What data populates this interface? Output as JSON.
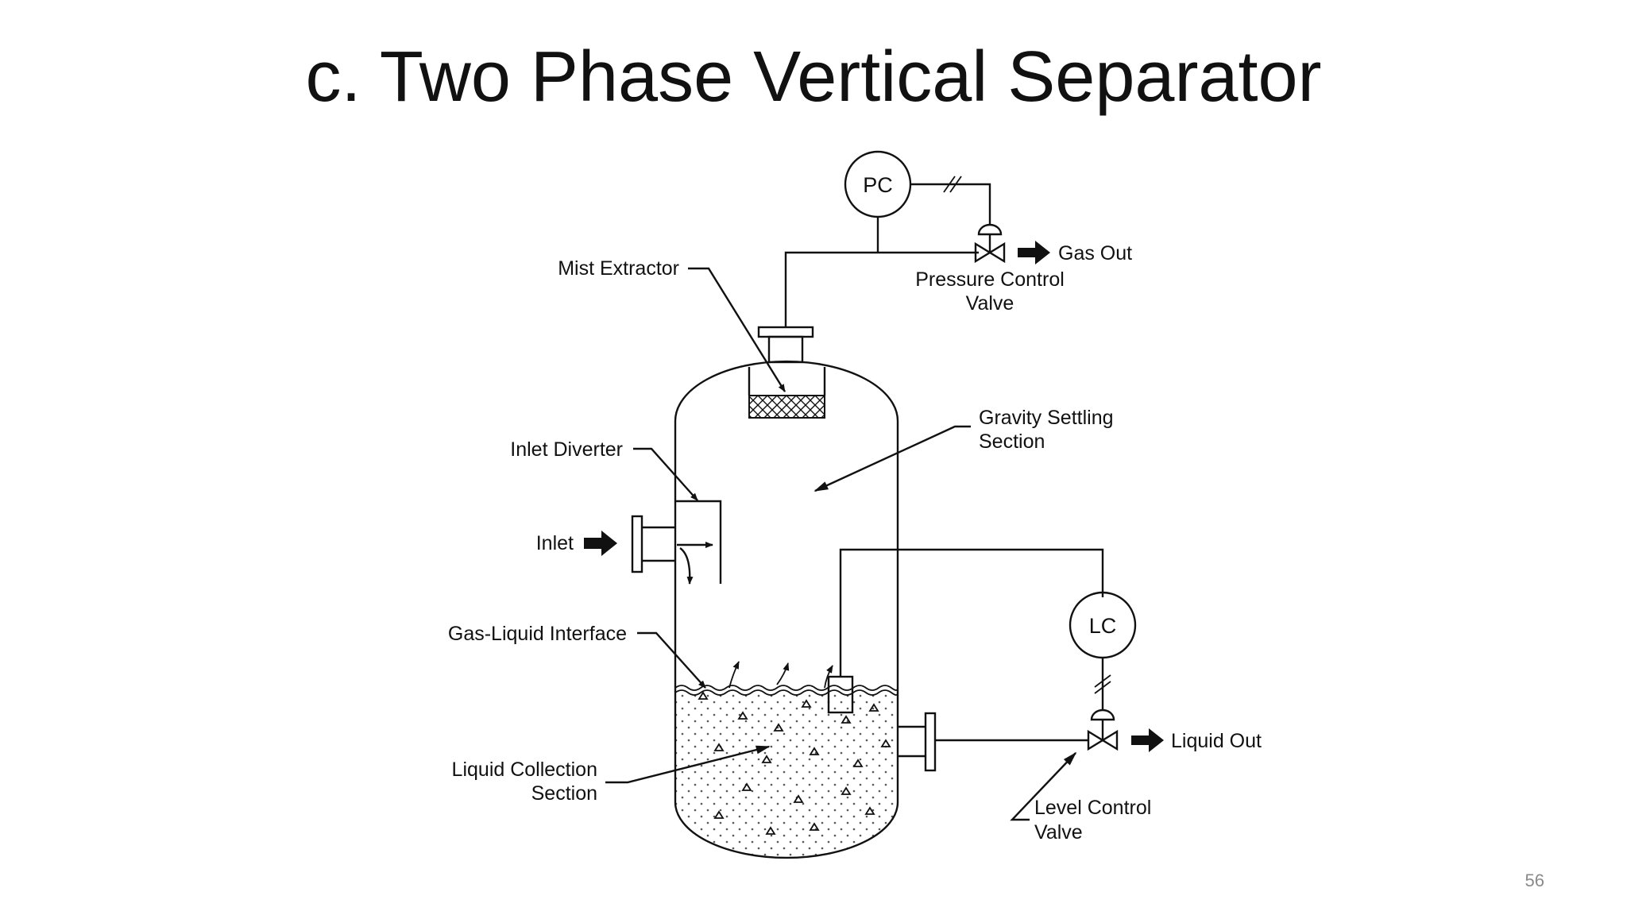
{
  "slide": {
    "title": "c. Two Phase Vertical Separator",
    "page_number": "56"
  },
  "diagram": {
    "instruments": {
      "pressure_controller": "PC",
      "level_controller": "LC"
    },
    "labels": {
      "mist_extractor": "Mist Extractor",
      "gas_out": "Gas Out",
      "pressure_control_valve": [
        "Pressure Control",
        "Valve"
      ],
      "gravity_settling_section": [
        "Gravity Settling",
        "Section"
      ],
      "inlet_diverter": "Inlet Diverter",
      "inlet": "Inlet",
      "gas_liquid_interface": "Gas-Liquid Interface",
      "liquid_collection_section": [
        "Liquid Collection",
        "Section"
      ],
      "liquid_out": "Liquid Out",
      "level_control_valve": [
        "Level Control",
        "Valve"
      ]
    },
    "colors": {
      "line": "#111111",
      "background": "#ffffff",
      "page_number": "#8a8a8a"
    }
  }
}
